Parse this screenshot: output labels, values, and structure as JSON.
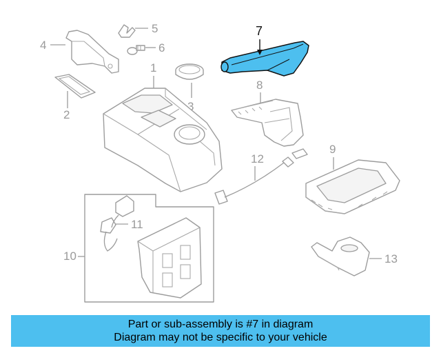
{
  "diagram": {
    "highlight_color": "#4dbfef",
    "callouts": [
      {
        "id": "1",
        "label": "1"
      },
      {
        "id": "2",
        "label": "2"
      },
      {
        "id": "3",
        "label": "3"
      },
      {
        "id": "4",
        "label": "4"
      },
      {
        "id": "5",
        "label": "5"
      },
      {
        "id": "6",
        "label": "6"
      },
      {
        "id": "7",
        "label": "7",
        "highlighted": true
      },
      {
        "id": "8",
        "label": "8"
      },
      {
        "id": "9",
        "label": "9"
      },
      {
        "id": "10",
        "label": "10"
      },
      {
        "id": "11",
        "label": "11"
      },
      {
        "id": "12",
        "label": "12"
      },
      {
        "id": "13",
        "label": "13"
      }
    ]
  },
  "banner": {
    "background": "#4dbfef",
    "line1": "Part or sub-assembly is #7 in diagram",
    "line2": "Diagram may not be specific to your vehicle"
  }
}
